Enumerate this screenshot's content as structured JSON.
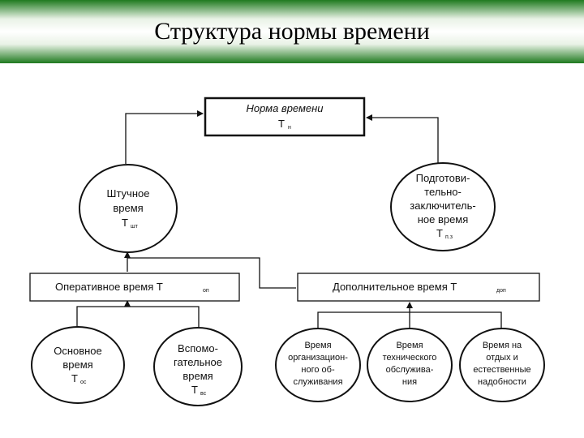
{
  "slide": {
    "title": "Структура нормы времени"
  },
  "nodes": {
    "norm": {
      "line1": "Норма времени",
      "symbol": "Т",
      "sub": "н"
    },
    "piece": {
      "lines": [
        "Штучное",
        "время"
      ],
      "symbol": "Т",
      "sub": "шт"
    },
    "prep": {
      "lines": [
        "Подготови-",
        "тельно-",
        "заключитель-",
        "ное время"
      ],
      "symbol": "Т",
      "sub": "п.з"
    },
    "operative": {
      "label": "Оперативное время  Т",
      "sub": "оп"
    },
    "additional": {
      "label": "Дополнительное время  Т",
      "sub": "доп"
    },
    "main": {
      "lines": [
        "Основное",
        "время"
      ],
      "symbol": "Т",
      "sub": "ос"
    },
    "auxiliary": {
      "lines": [
        "Вспомо-",
        "гательное",
        "время"
      ],
      "symbol": "Т",
      "sub": "вс"
    },
    "org_service": {
      "lines": [
        "Время",
        "организацион-",
        "ного об-",
        "служивания"
      ]
    },
    "tech_service": {
      "lines": [
        "Время",
        "технического",
        "обслужива-",
        "ния"
      ]
    },
    "rest": {
      "lines": [
        "Время на",
        "отдых и",
        "естественные",
        "надобности"
      ]
    }
  }
}
